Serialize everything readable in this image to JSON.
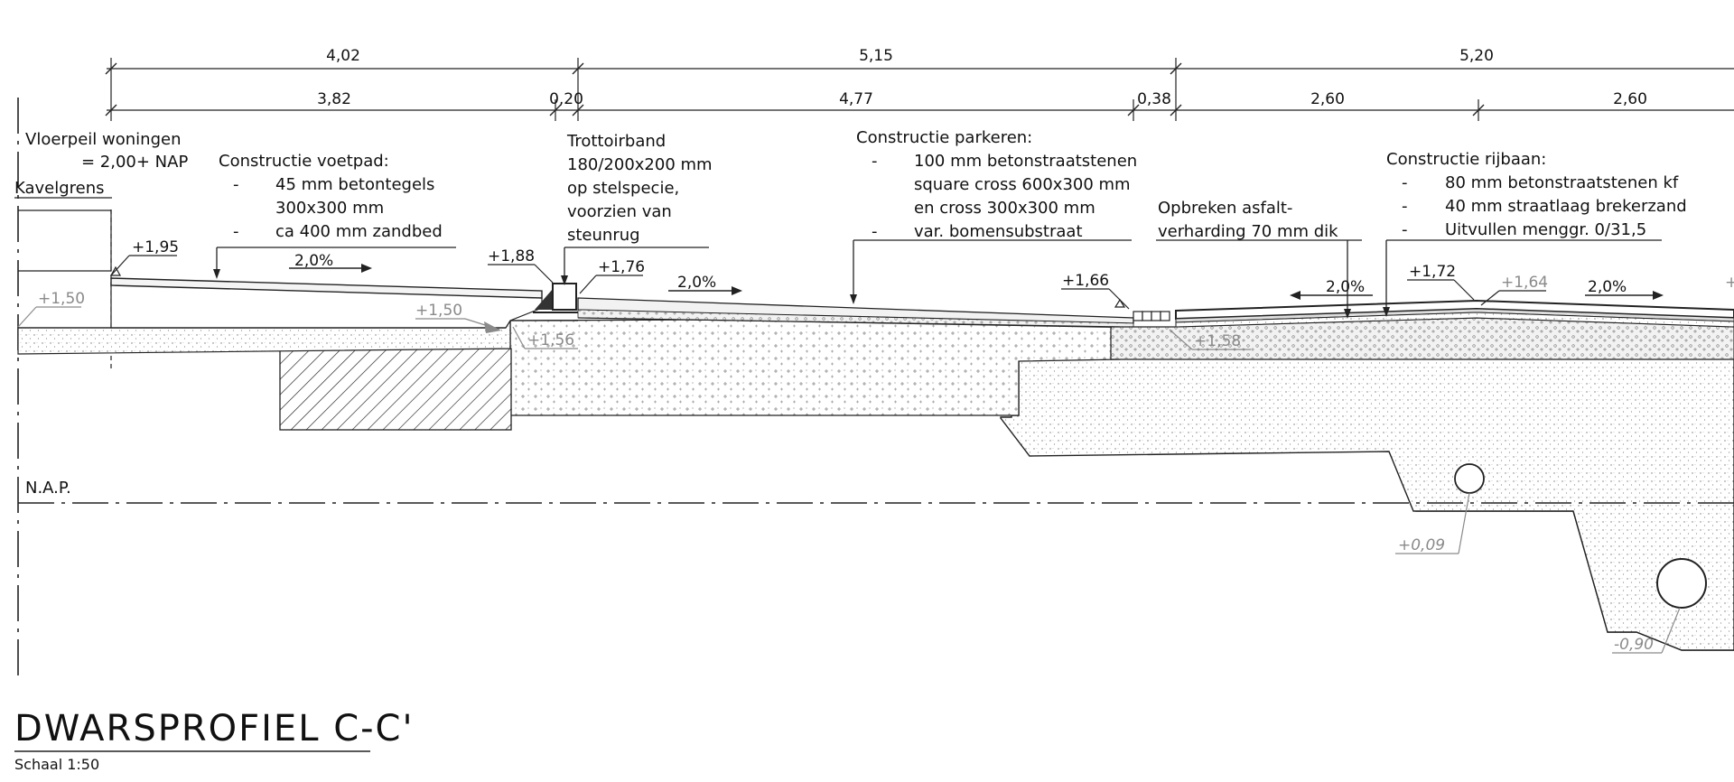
{
  "dims_top": [
    "4,02",
    "5,15",
    "5,20"
  ],
  "dims_second": [
    "3,82",
    "0,20",
    "4,77",
    "0,38",
    "2,60",
    "2,60"
  ],
  "labels": {
    "vloerpeil_1": "Vloerpeil woningen",
    "vloerpeil_2": "= 2,00+ NAP",
    "kavelgrens": "Kavelgrens",
    "voetpad_title": "Constructie voetpad:",
    "voetpad_1": "45 mm betontegels",
    "voetpad_2": "300x300 mm",
    "voetpad_3": "ca 400 mm zandbed",
    "trottoir_1": "Trottoirband",
    "trottoir_2": "180/200x200 mm",
    "trottoir_3": "op stelspecie,",
    "trottoir_4": "voorzien van",
    "trottoir_5": "steunrug",
    "parkeren_title": "Constructie parkeren:",
    "parkeren_1": "100 mm betonstraatstenen",
    "parkeren_2": "square cross 600x300 mm",
    "parkeren_3": "en cross 300x300 mm",
    "parkeren_4": "var. bomensubstraat",
    "opbreken_1": "Opbreken  asfalt-",
    "opbreken_2": "verharding 70 mm dik",
    "rijbaan_title": "Constructie rijbaan:",
    "rijbaan_1": "80 mm betonstraatstenen kf",
    "rijbaan_2": "40 mm straatlaag brekerzand",
    "rijbaan_3": "Uitvullen menggr. 0/31,5",
    "dash": "-",
    "nap": "N.A.P."
  },
  "levels": {
    "l195": "+1,95",
    "l150a": "+1,50",
    "l150b": "+1,50",
    "l188": "+1,88",
    "l176": "+1,76",
    "l156": "+1,56",
    "l166": "+1,66",
    "l158": "+1,58",
    "l172": "+1,72",
    "l164": "+1,64",
    "lplus": "+",
    "l009": "+0,09",
    "l090": "-0,90"
  },
  "slopes": [
    "2,0%",
    "2,0%",
    "2,0%",
    "2,0%"
  ],
  "title": "DWARSPROFIEL C-C'",
  "scale": "Schaal 1:50"
}
